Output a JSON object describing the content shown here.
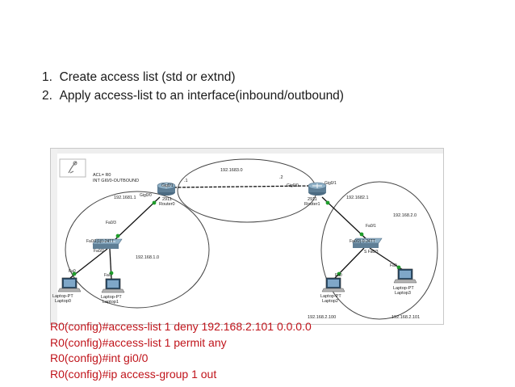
{
  "steps": [
    {
      "number": "1.",
      "text": "Create access list (std or extnd)"
    },
    {
      "number": "2.",
      "text": "Apply access-list to an interface(inbound/outbound)"
    }
  ],
  "topology": {
    "note_lines": [
      "ACL= R0",
      "INT GI0/0-OUTBOUND"
    ],
    "routers": [
      {
        "label_model": "2911",
        "label_name": "Router0"
      },
      {
        "label_model": "2911",
        "label_name": "Router1"
      }
    ],
    "switches": [
      {
        "label": "Fa0/1|1|0-24TT"
      },
      {
        "label": "Fa0/2|-0-24TT"
      }
    ],
    "laptops": [
      {
        "type": "Laptop-PT",
        "name": "Laptop0"
      },
      {
        "type": "Laptop-PT",
        "name": "Laptop1"
      },
      {
        "type": "Laptop-PT",
        "name": "Laptop2"
      },
      {
        "type": "Laptop-PT",
        "name": "Laptop3"
      }
    ],
    "labels": {
      "net_wan": "192.1683.0",
      "wan_host1": ".1",
      "wan_host2": ".2",
      "r0_gig01": "Gig0/1",
      "r0_gig00": "Gig0/0",
      "r1_gig00": "Gig0/0",
      "r1_gig01": "Gig0/1",
      "r0_ip": "192.1681.1",
      "r1_ip": "192.1682.1",
      "lan1_net": "192.168.1.0",
      "lan2_net": "192.168.2.0",
      "sw0_fa03": "Fa0/3",
      "sw0_fa02": "Fa0/2",
      "sw1_fa01": "Fa0/1",
      "sw1_fa03": "S Fa0/3",
      "lap0_fa0": "Fa0",
      "lap1_fa0": "Fa0",
      "lap2_fa0": "Fa0",
      "lap3_fa0": "Fa0",
      "lap2_ip": "192.168.2.100",
      "lap3_ip": "192.168.2.101"
    }
  },
  "commands": [
    "R0(config)#access-list 1 deny 192.168.2.101 0.0.0.0",
    "R0(config)#access-list 1 permit any",
    "R0(config)#int gi0/0",
    "R0(config)#ip access-group 1 out"
  ],
  "colors": {
    "command_text": "#c0141b",
    "link_green": "#1f9d2b",
    "link_black": "#111111",
    "router_body": "#5f7f96"
  }
}
